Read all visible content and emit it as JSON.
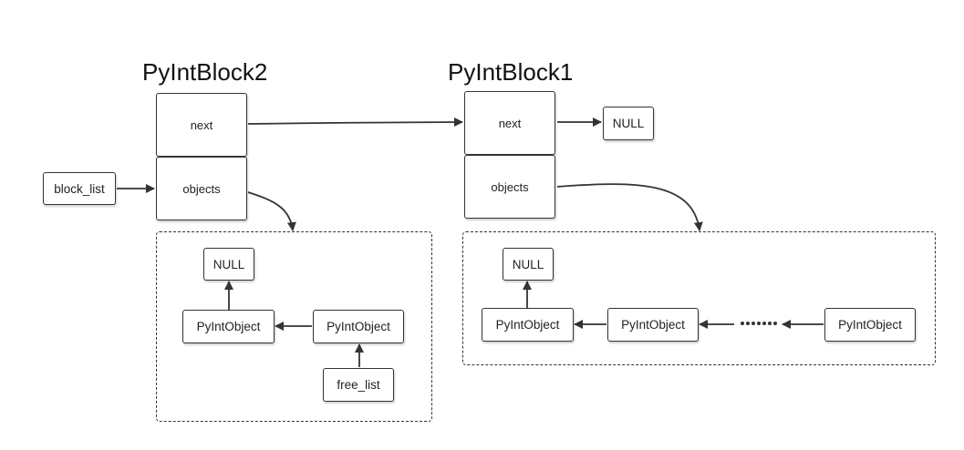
{
  "block2": {
    "title": "PyIntBlock2",
    "next_label": "next",
    "objects_label": "objects",
    "null_label": "NULL",
    "obj_a": "PyIntObject",
    "obj_b": "PyIntObject",
    "free_list": "free_list"
  },
  "block1": {
    "title": "PyIntBlock1",
    "next_label": "next",
    "objects_label": "objects",
    "next_null": "NULL",
    "null_label": "NULL",
    "obj_a": "PyIntObject",
    "obj_b": "PyIntObject",
    "obj_last": "PyIntObject"
  },
  "block_list": "block_list"
}
